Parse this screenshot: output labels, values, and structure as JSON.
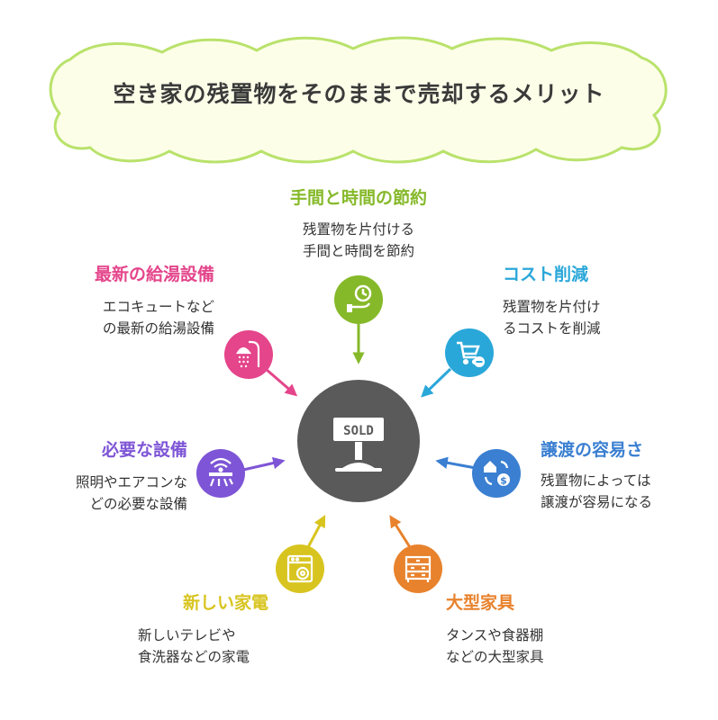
{
  "title": "空き家の残置物をそのままで売却するメリット",
  "center": {
    "icon": "sold-sign-icon",
    "sign_text": "SOLD"
  },
  "colors": {
    "cloud_fill": "#fcfee8",
    "cloud_stroke": "#b9e26b",
    "center": "#5a5a5a",
    "time": "#86b92a",
    "cost": "#2aa7d9",
    "transfer": "#3a7fd1",
    "furniture": "#e8822c",
    "appliance": "#d8c41f",
    "equipment": "#7e55d6",
    "boiler": "#e4458b"
  },
  "benefits": {
    "time": {
      "label": "手間と時間の節約",
      "desc1": "残置物を片付ける",
      "desc2": "手間と時間を節約",
      "icon": "clock-hand-icon"
    },
    "cost": {
      "label": "コスト削減",
      "desc1": "残置物を片付け",
      "desc2": "るコストを削減",
      "icon": "cart-minus-icon"
    },
    "transfer": {
      "label": "譲渡の容易さ",
      "desc1": "残置物によっては",
      "desc2": "譲渡が容易になる",
      "icon": "house-exchange-icon"
    },
    "furniture": {
      "label": "大型家具",
      "desc1": "タンスや食器棚",
      "desc2": "などの大型家具",
      "icon": "dresser-icon"
    },
    "appliance": {
      "label": "新しい家電",
      "desc1": "新しいテレビや",
      "desc2": "食洗器などの家電",
      "icon": "dishwasher-icon"
    },
    "equipment": {
      "label": "必要な設備",
      "desc1": "照明やエアコンな",
      "desc2": "どの必要な設備",
      "icon": "air-conditioner-icon"
    },
    "boiler": {
      "label": "最新の給湯設備",
      "desc1": "エコキュートなど",
      "desc2": "の最新の給湯設備",
      "icon": "shower-icon"
    }
  }
}
